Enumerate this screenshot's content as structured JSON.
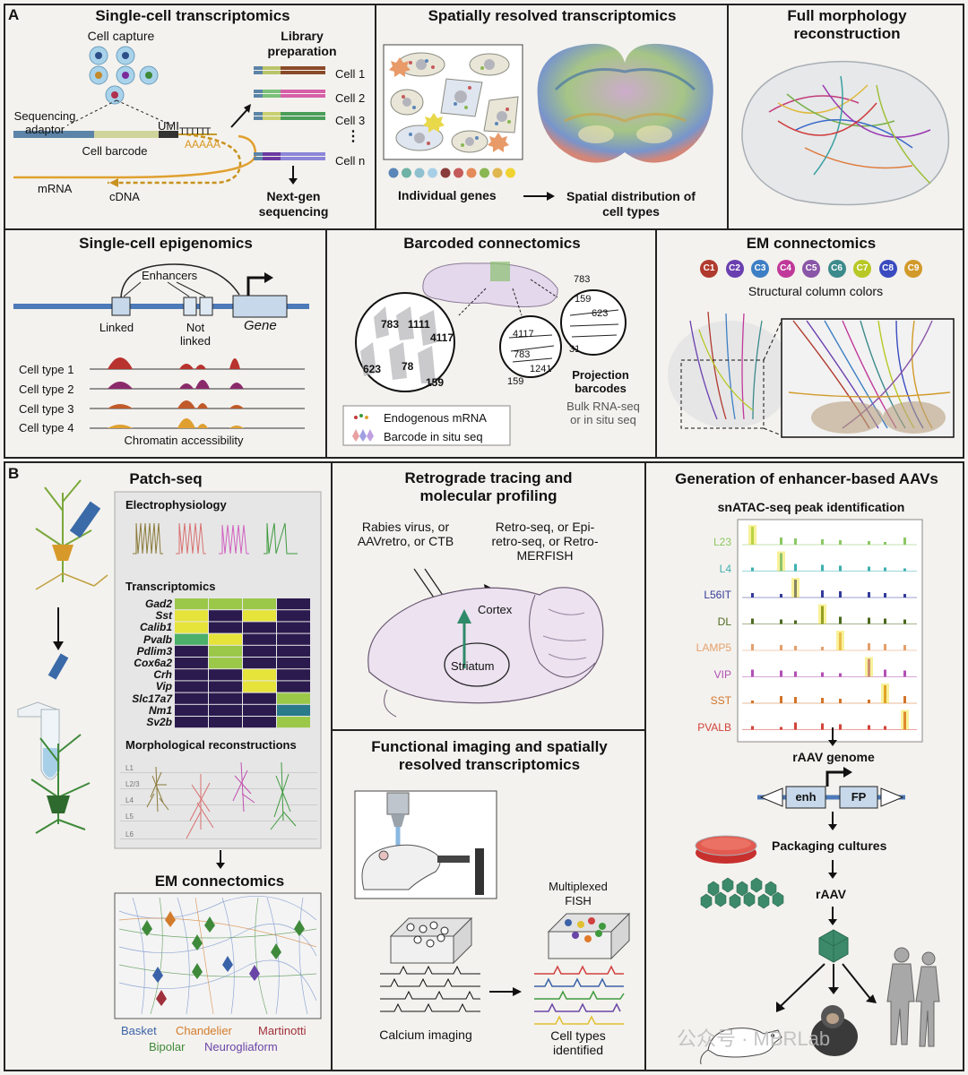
{
  "panel_a": {
    "letter": "A",
    "sc_transcriptomics": {
      "title": "Single-cell transcriptomics",
      "cell_capture": "Cell capture",
      "library_preparation": "Library preparation",
      "sequencing_adaptor": "Sequencing adaptor",
      "umi": "UMI",
      "tttttt": "TTTTTT",
      "aaaaa": "AAAAA",
      "cell_barcode": "Cell barcode",
      "mrna": "mRNA",
      "cdna": "cDNA",
      "cells": [
        "Cell 1",
        "Cell 2",
        "Cell 3",
        "Cell n"
      ],
      "dots": "⋮",
      "next_gen": "Next-gen sequencing"
    },
    "spatial": {
      "title": "Spatially resolved transcriptomics",
      "individual_genes": "Individual genes",
      "spatial_distribution": "Spatial distribution of cell types",
      "gene_colors": [
        "#5b86b8",
        "#6fb2a6",
        "#8fc0cf",
        "#a8cfe8",
        "#8a3b3b",
        "#c45a5a",
        "#e58a5a",
        "#8ab653",
        "#e0b64f",
        "#f0d330"
      ]
    },
    "morphology": {
      "title": "Full morphology reconstruction"
    },
    "epigenomics": {
      "title": "Single-cell epigenomics",
      "enhancers": "Enhancers",
      "linked": "Linked",
      "not_linked": "Not linked",
      "gene": "Gene",
      "cell_types": [
        "Cell type 1",
        "Cell type 2",
        "Cell type 3",
        "Cell type 4"
      ],
      "chromatin": "Chromatin accessibility"
    },
    "barcoded": {
      "title": "Barcoded connectomics",
      "left_numbers": [
        "783",
        "1111",
        "4117",
        "78",
        "623",
        "159"
      ],
      "mid_numbers": [
        "4117",
        "783",
        "1241",
        "159"
      ],
      "right_numbers": [
        "783",
        "159",
        "623",
        "31"
      ],
      "projection_barcodes": "Projection barcodes",
      "bulk": "Bulk RNA-seq",
      "or_in_situ": "or in situ seq",
      "legend_endogenous": "Endogenous mRNA",
      "legend_barcode": "Barcode in situ seq"
    },
    "em": {
      "title": "EM connectomics",
      "columns": [
        {
          "label": "C1",
          "color": "#b03a2e"
        },
        {
          "label": "C2",
          "color": "#6a3fb0"
        },
        {
          "label": "C3",
          "color": "#3d7fc4"
        },
        {
          "label": "C4",
          "color": "#c0399a"
        },
        {
          "label": "C5",
          "color": "#8a56a8"
        },
        {
          "label": "C6",
          "color": "#3c8a8c"
        },
        {
          "label": "C7",
          "color": "#b8c825"
        },
        {
          "label": "C8",
          "color": "#3a4bc0"
        },
        {
          "label": "C9",
          "color": "#d19a2a"
        }
      ],
      "structural": "Structural column colors"
    }
  },
  "panel_b": {
    "letter": "B",
    "patchseq": {
      "title": "Patch-seq",
      "electrophysiology": "Electrophysiology",
      "transcriptomics": "Transcriptomics",
      "genes": [
        "Gad2",
        "Sst",
        "Calib1",
        "Pvalb",
        "Pdlim3",
        "Cox6a2",
        "Crh",
        "Vip",
        "Slc17a7",
        "Nm1",
        "Sv2b"
      ],
      "morphological": "Morphological reconstructions",
      "layers": [
        "L1",
        "L2/3",
        "L4",
        "L5",
        "L6"
      ]
    },
    "em_b": {
      "title": "EM connectomics",
      "legend": [
        "Basket",
        "Chandelier",
        "Martinotti",
        "Bipolar",
        "Neurogliaform"
      ],
      "legend_colors": [
        "#3a62a8",
        "#d27b2b",
        "#a0303c",
        "#3f8a3a",
        "#6a45a8"
      ]
    },
    "retrograde": {
      "title": "Retrograde tracing and molecular profiling",
      "left_text": "Rabies virus, or AAVretro, or CTB",
      "right_text": "Retro-seq, or Epi-retro-seq, or Retro-MERFISH",
      "cortex": "Cortex",
      "striatum": "Striatum"
    },
    "functional": {
      "title": "Functional imaging and spatially resolved transcriptomics",
      "multiplexed": "Multiplexed FISH",
      "calcium": "Calcium imaging",
      "identified": "Cell types identified"
    },
    "enhancer": {
      "title": "Generation of enhancer-based AAVs",
      "snatac": "snATAC-seq peak identification",
      "tracks": [
        {
          "name": "L23",
          "color": "#8cc864"
        },
        {
          "name": "L4",
          "color": "#3fb0b0"
        },
        {
          "name": "L56IT",
          "color": "#333b9a"
        },
        {
          "name": "DL",
          "color": "#4c6a1f"
        },
        {
          "name": "LAMP5",
          "color": "#e4a06c"
        },
        {
          "name": "VIP",
          "color": "#b24fb5"
        },
        {
          "name": "SST",
          "color": "#d2742a"
        },
        {
          "name": "PVALB",
          "color": "#d2433a"
        }
      ],
      "rav_genome": "rAAV genome",
      "enh": "enh",
      "fp": "FP",
      "packaging": "Packaging cultures",
      "raav": "rAAV"
    },
    "watermark": "公众号 · MBRLab"
  }
}
